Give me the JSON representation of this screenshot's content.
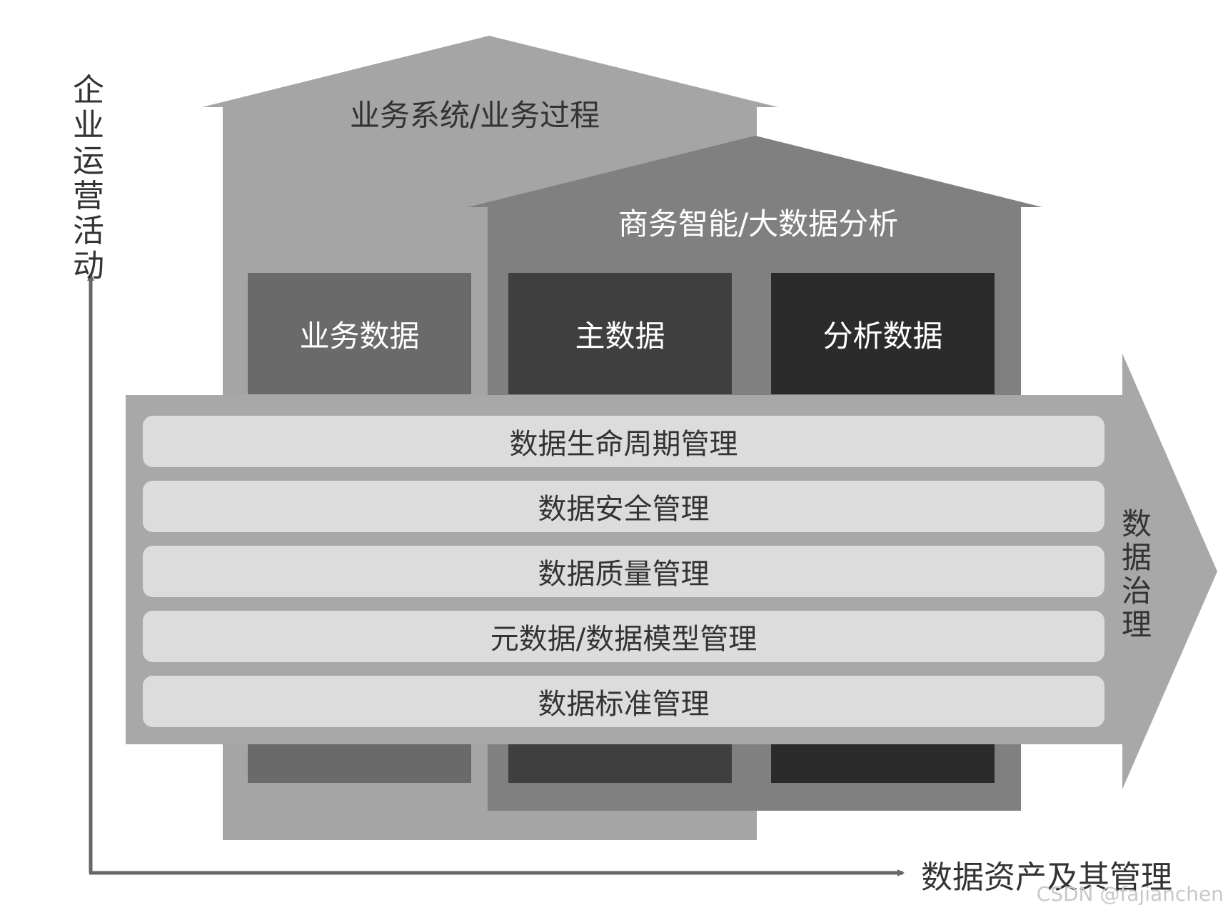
{
  "y_axis_label": "企业运营活动",
  "x_axis_label": "数据资产及其管理",
  "outer_house": {
    "label": "业务系统/业务过程"
  },
  "inner_house": {
    "label": "商务智能/大数据分析"
  },
  "data_boxes": [
    {
      "label": "业务数据"
    },
    {
      "label": "主数据"
    },
    {
      "label": "分析数据"
    }
  ],
  "governance": {
    "label": "数据治理",
    "layers": [
      {
        "label": "数据生命周期管理"
      },
      {
        "label": "数据安全管理"
      },
      {
        "label": "数据质量管理"
      },
      {
        "label": "元数据/数据模型管理"
      },
      {
        "label": "数据标准管理"
      }
    ]
  },
  "watermark": "CSDN @fajianchen",
  "colors": {
    "outer_house": "#a5a5a5",
    "inner_house": "#808080",
    "business_data_box": "#6a6a6a",
    "master_data_box": "#3f3f3f",
    "analytic_data_box": "#2b2b2b",
    "governance_arrow": "#a8a8a8",
    "layer_bar": "#dcdcdc",
    "axis": "#666666"
  }
}
